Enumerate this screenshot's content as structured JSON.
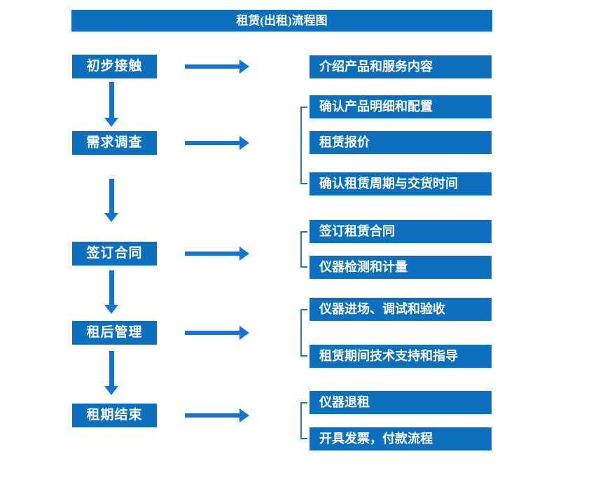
{
  "title": "租赁(出租)流程图",
  "colors": {
    "box": "#0D70BE",
    "arrow": "#1574D1",
    "bracket": "#2E75B6",
    "text": "#FFFFFF"
  },
  "stages": [
    {
      "label": "初步接触",
      "details": [
        "介绍产品和服务内容"
      ]
    },
    {
      "label": "需求调查",
      "details": [
        "确认产品明细和配置",
        "租赁报价",
        "确认租赁周期与交货时间"
      ]
    },
    {
      "label": "签订合同",
      "details": [
        "签订租赁合同",
        "仪器检测和计量"
      ]
    },
    {
      "label": "租后管理",
      "details": [
        "仪器进场、调试和验收",
        "租赁期间技术支持和指导"
      ]
    },
    {
      "label": "租期结束",
      "details": [
        "仪器退租",
        "开具发票，付款流程"
      ]
    }
  ]
}
